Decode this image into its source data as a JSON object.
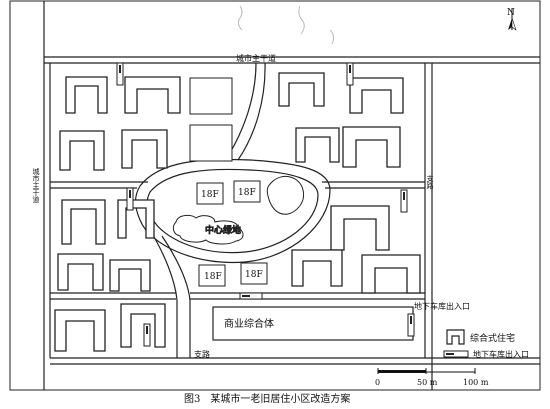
{
  "north_label": "N",
  "roads": {
    "main_road": "城市主干道",
    "left_road": "城市主干道",
    "right_road": "支路",
    "bottom_road": "支路"
  },
  "central_green": "中心绿地",
  "towers": [
    "18F",
    "18F",
    "18F",
    "18F"
  ],
  "commercial": "商业综合体",
  "garage_entrance": "地下车库出入口",
  "legend": {
    "housing": "综合式住宅",
    "garage": "地下车库出入口"
  },
  "scale": {
    "zero": "0",
    "mid": "50 m",
    "max": "100 m"
  },
  "caption": "图3　某城市一老旧居住小区改造方案"
}
